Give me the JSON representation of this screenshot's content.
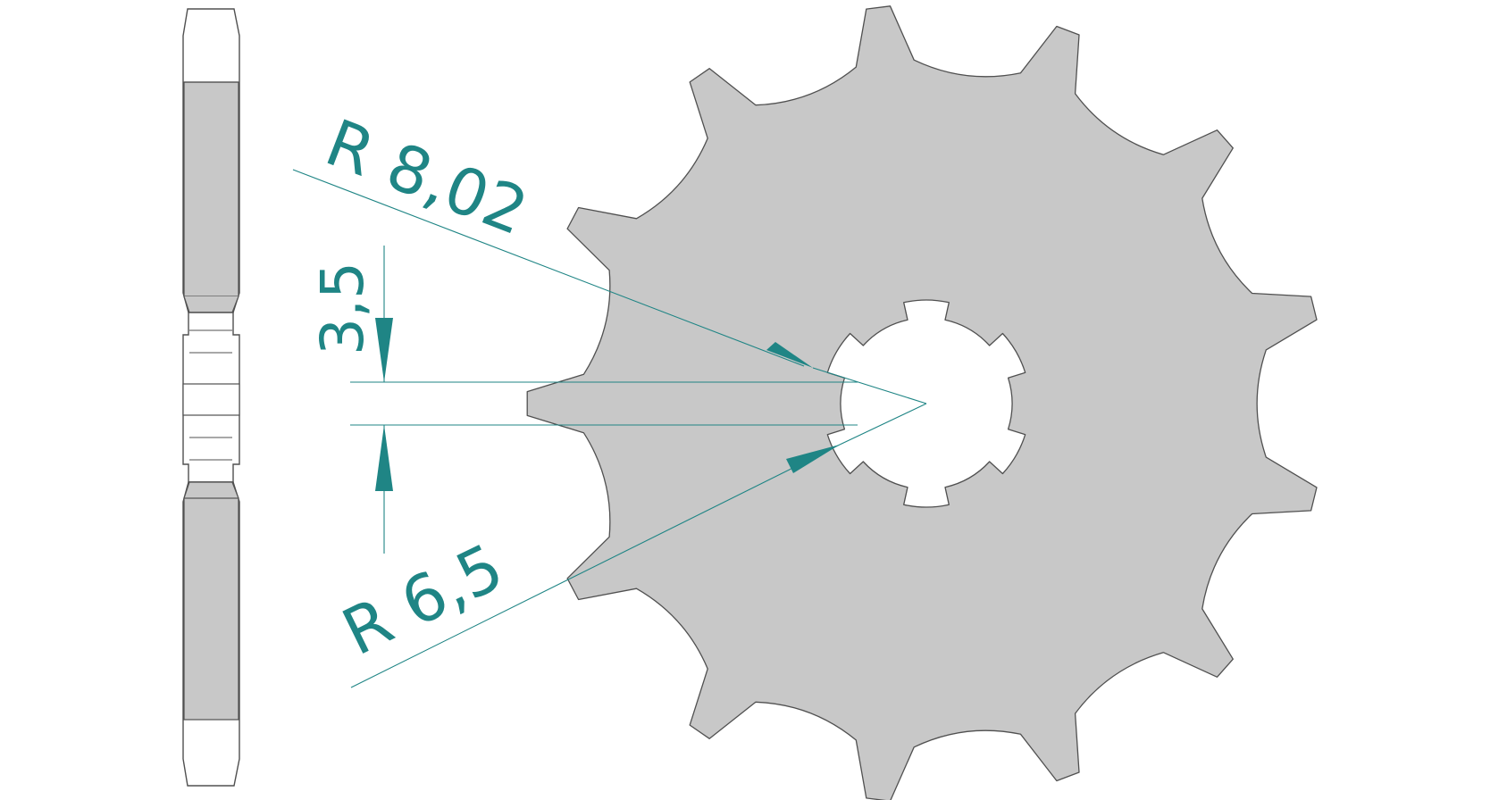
{
  "dimensions": {
    "outer_radius_label": "R 8,02",
    "inner_radius_label": "R 6,5",
    "key_width_label": "3,5"
  },
  "colors": {
    "part_fill": "#c8c8c8",
    "part_edge": "#505050",
    "dimension": "#1f8585",
    "background": "#ffffff"
  },
  "sprocket": {
    "teeth": 13
  }
}
